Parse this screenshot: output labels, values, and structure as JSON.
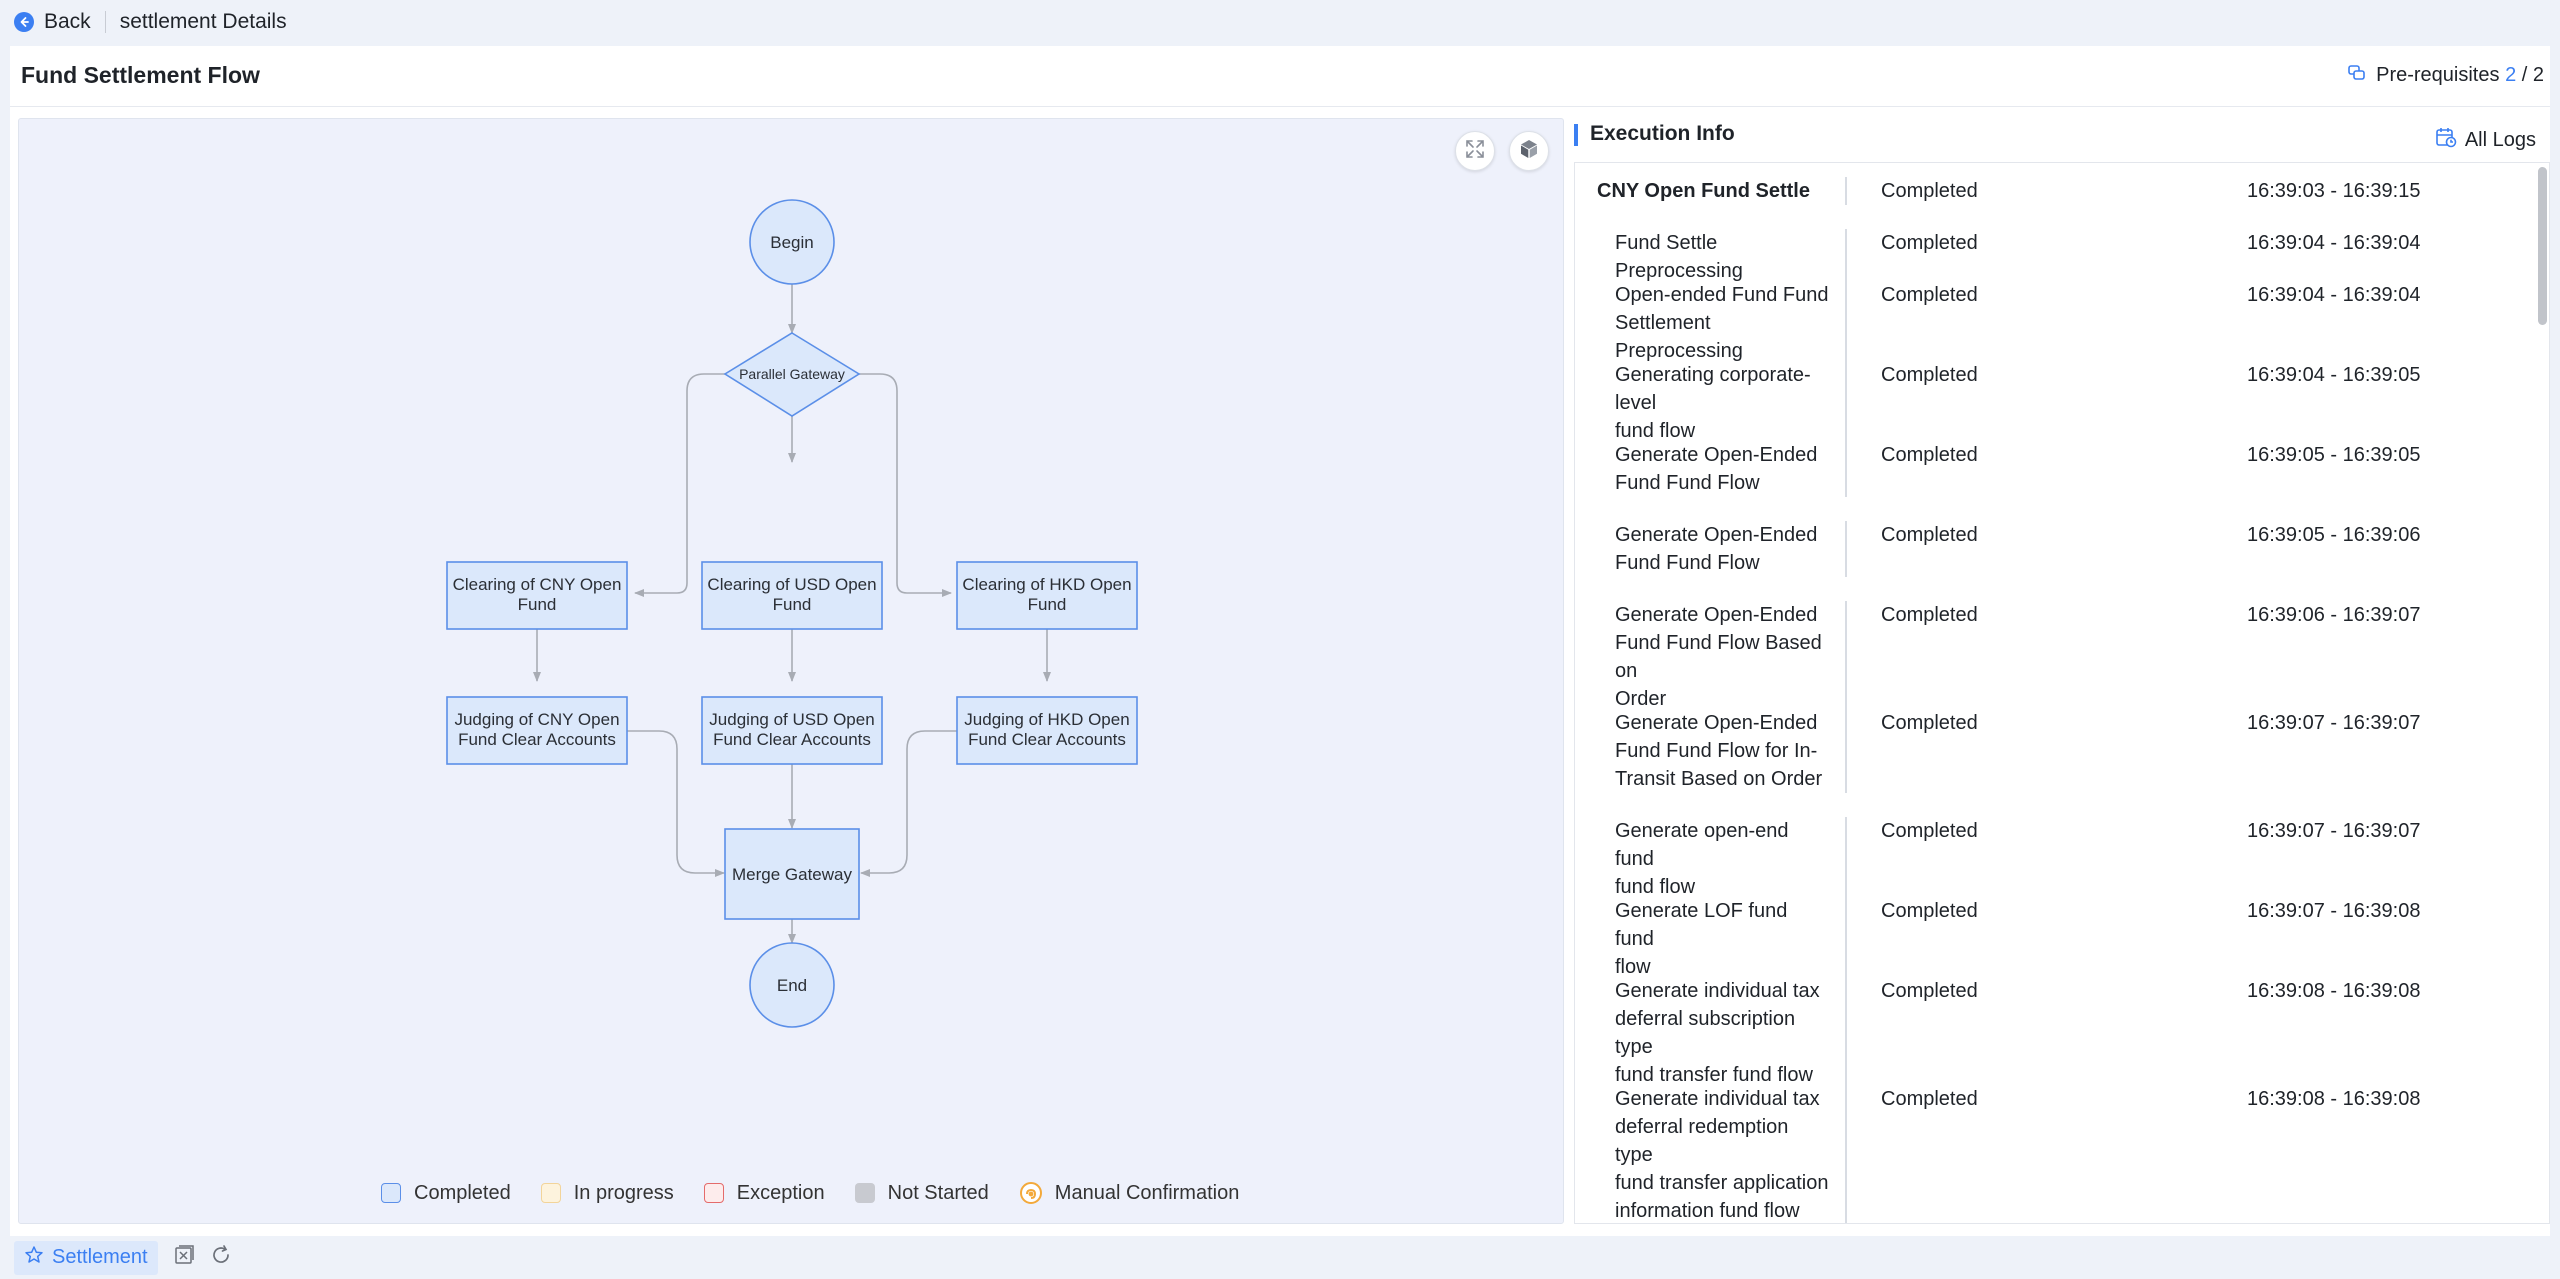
{
  "topbar": {
    "back_label": "Back",
    "page_label": "settlement Details"
  },
  "card": {
    "title": "Fund Settlement Flow",
    "prereq": {
      "label": "Pre-requisites",
      "done": "2",
      "sep": "/",
      "total": "2"
    }
  },
  "flow": {
    "begin": "Begin",
    "parallel_gateway": "Parallel Gateway",
    "clear_cny": [
      "Clearing of CNY Open",
      "Fund"
    ],
    "clear_usd": [
      "Clearing of USD Open",
      "Fund"
    ],
    "clear_hkd": [
      "Clearing of HKD Open",
      "Fund"
    ],
    "judge_cny": [
      "Judging of CNY Open",
      "Fund Clear Accounts"
    ],
    "judge_usd": [
      "Judging of USD Open",
      "Fund Clear Accounts"
    ],
    "judge_hkd": [
      "Judging of HKD Open",
      "Fund Clear Accounts"
    ],
    "merge_gateway": "Merge Gateway",
    "end": "End"
  },
  "legend": [
    {
      "label": "Completed",
      "color": "#dbe8fb",
      "border": "#5b8fe8"
    },
    {
      "label": "In progress",
      "color": "#fdf3dd",
      "border": "#f2d49a"
    },
    {
      "label": "Exception",
      "color": "#fdecec",
      "border": "#e46b6b"
    },
    {
      "label": "Not Started",
      "color": "#c8cad0",
      "border": "#c8cad0"
    },
    {
      "label": "Manual Confirmation",
      "color": "#f3a93a",
      "border": "#f3a93a"
    }
  ],
  "exec": {
    "title": "Execution Info",
    "all_logs": "All Logs",
    "rows": [
      {
        "name": [
          "CNY Open Fund Settle"
        ],
        "status": "Completed",
        "time": "16:39:03 - 16:39:15",
        "parent": true
      },
      {
        "name": [
          "Fund Settle Preprocessing"
        ],
        "status": "Completed",
        "time": "16:39:04 - 16:39:04"
      },
      {
        "name": [
          "Open-ended Fund Fund",
          "Settlement Preprocessing"
        ],
        "status": "Completed",
        "time": "16:39:04 - 16:39:04"
      },
      {
        "name": [
          "Generating corporate-level",
          "fund flow"
        ],
        "status": "Completed",
        "time": "16:39:04 - 16:39:05"
      },
      {
        "name": [
          "Generate Open-Ended",
          "Fund Fund Flow"
        ],
        "status": "Completed",
        "time": "16:39:05 - 16:39:05"
      },
      {
        "name": [
          "Generate Open-Ended",
          "Fund Fund Flow"
        ],
        "status": "Completed",
        "time": "16:39:05 - 16:39:06"
      },
      {
        "name": [
          "Generate Open-Ended",
          "Fund Fund Flow Based on",
          "Order"
        ],
        "status": "Completed",
        "time": "16:39:06 - 16:39:07"
      },
      {
        "name": [
          "Generate Open-Ended",
          "Fund Fund Flow for In-",
          "Transit Based on Order"
        ],
        "status": "Completed",
        "time": "16:39:07 - 16:39:07"
      },
      {
        "name": [
          "Generate open-end fund",
          "fund flow"
        ],
        "status": "Completed",
        "time": "16:39:07 - 16:39:07"
      },
      {
        "name": [
          "Generate LOF fund fund",
          "flow"
        ],
        "status": "Completed",
        "time": "16:39:07 - 16:39:08"
      },
      {
        "name": [
          "Generate individual tax",
          "deferral subscription type",
          "fund transfer fund flow"
        ],
        "status": "Completed",
        "time": "16:39:08 - 16:39:08"
      },
      {
        "name": [
          "Generate individual tax",
          "deferral redemption type",
          "fund transfer application",
          "information fund flow"
        ],
        "status": "Completed",
        "time": "16:39:08 - 16:39:08"
      }
    ]
  },
  "bottombar": {
    "tab_label": "Settlement"
  }
}
